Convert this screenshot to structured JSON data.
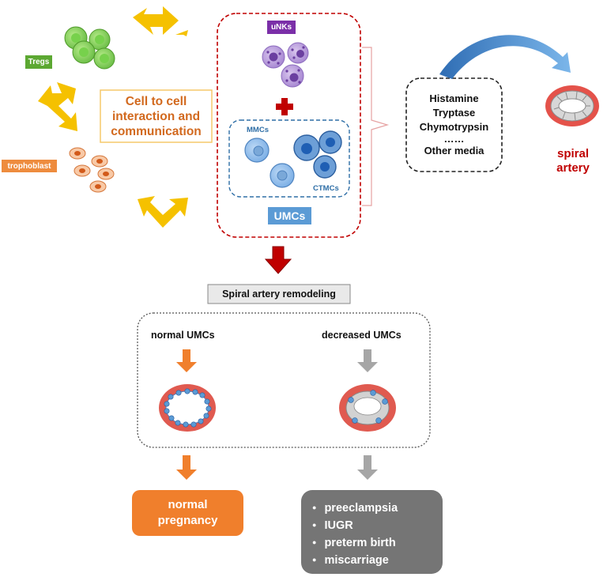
{
  "labels": {
    "tregs": "Tregs",
    "trophoblast": "trophoblast",
    "interaction": [
      "Cell to cell",
      "interaction and",
      "communication"
    ],
    "unks": "uNKs",
    "mmcs": "MMCs",
    "ctmcs": "CTMCs",
    "umcs": "UMCs",
    "spiral_artery": [
      "spiral",
      "artery"
    ],
    "remodeling": "Spiral artery remodeling",
    "normal_umcs": "normal UMCs",
    "decreased_umcs": "decreased UMCs"
  },
  "mediators": [
    "Histamine",
    "Tryptase",
    "Chymotrypsin",
    "……",
    "Other media"
  ],
  "normal_outcome": [
    "normal",
    "pregnancy"
  ],
  "bad_outcomes": [
    "preeclampsia",
    "IUGR",
    "preterm birth",
    "miscarriage"
  ],
  "colors": {
    "tregs_green": "#5ca832",
    "trophoblast_orange": "#ee8c3e",
    "interaction_text": "#d2691e",
    "arrow_yellow": "#f5c100",
    "unks_purple": "#7b2fa8",
    "umcs_blue": "#5b9bd5",
    "dark_red": "#c00000",
    "orange": "#f07f2c",
    "gray": "#a6a6a6",
    "dark_gray": "#757575",
    "artery_red": "#e05a50"
  }
}
